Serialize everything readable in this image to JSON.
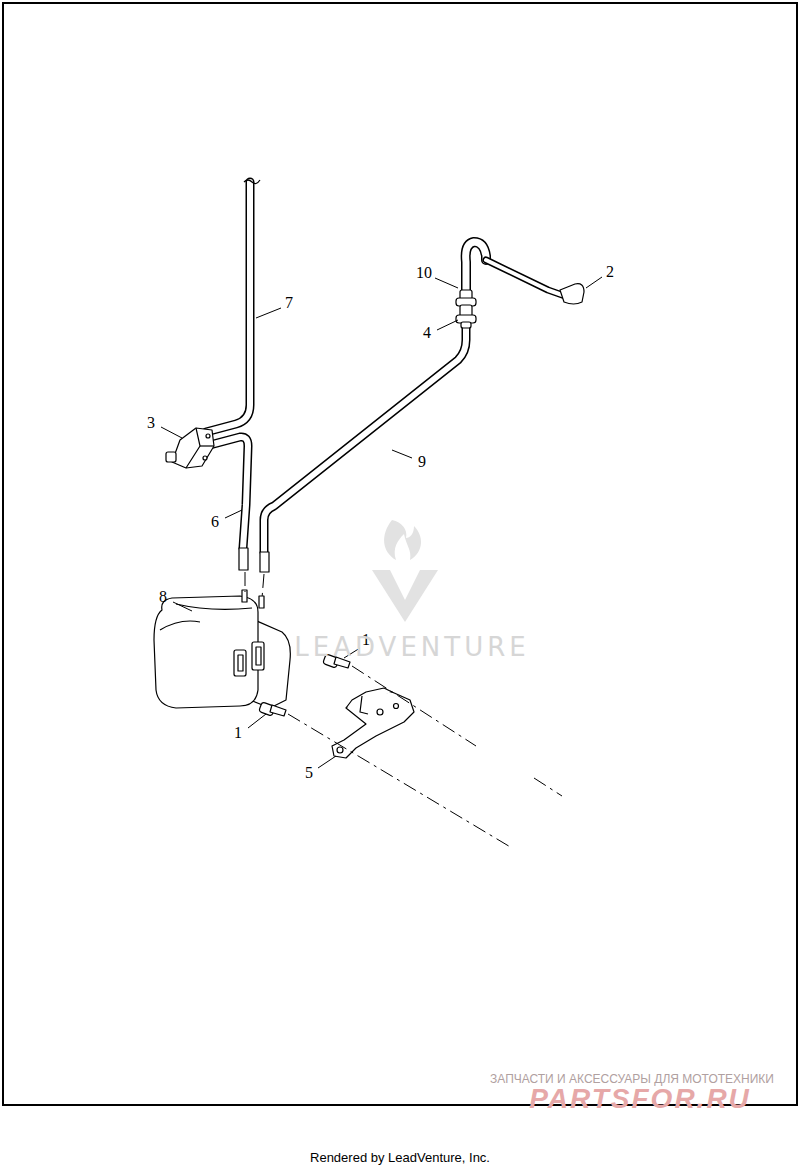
{
  "diagram": {
    "labels": [
      "10",
      "2",
      "7",
      "4",
      "3",
      "9",
      "6",
      "8",
      "1",
      "1",
      "5",
      "LEADVENTURE",
      "ЗАПЧАСТИ И АКСЕССУАРЫ ДЛЯ МОТОТЕХНИКИ",
      "PARTSFOR.RU",
      "Rendered by LeadVenture, Inc."
    ]
  }
}
